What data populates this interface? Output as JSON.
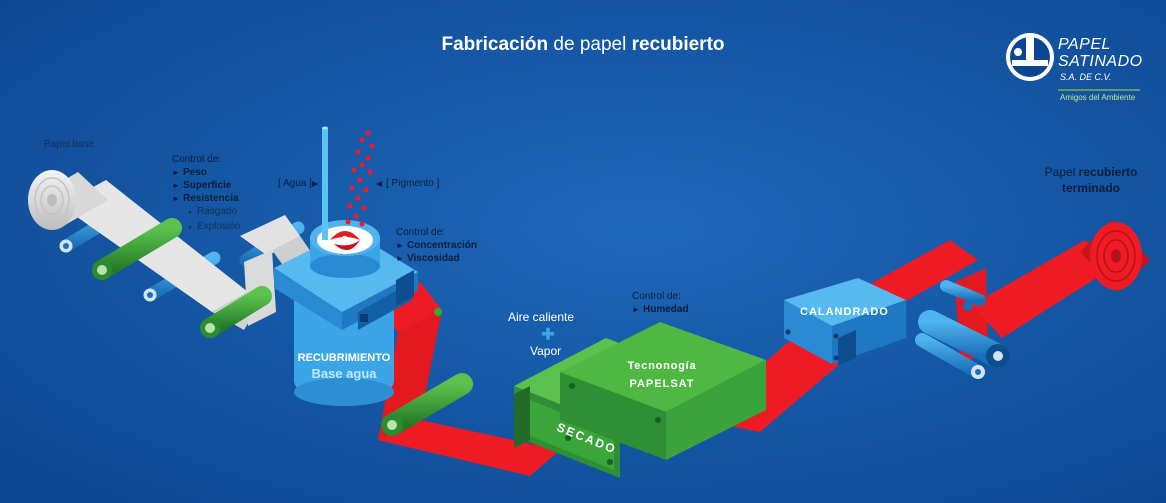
{
  "title": {
    "part1": "Fabricación",
    "part2": " de papel ",
    "part3": "recubierto"
  },
  "logo": {
    "line1": "PAPEL",
    "line2": "SATINADO",
    "line3": "S.A. DE C.V.",
    "tagline": "Amigos del Ambiente"
  },
  "papel_base": "Papel base",
  "control1": {
    "title": "Control de:",
    "items": [
      "Peso",
      "Superficie",
      "Resistencia"
    ],
    "subitems": [
      "Rasgado",
      "Explosión"
    ]
  },
  "agua": "[ Agua ]",
  "pigmento": "[ Pigmento ]",
  "control2": {
    "title": "Control de:",
    "items": [
      "Concentración",
      "Viscosidad"
    ]
  },
  "recubrimiento": {
    "line1": "RECUBRIMIENTO",
    "line2": "Base agua"
  },
  "aire": {
    "line1": "Aire caliente",
    "plus": "+",
    "line2": "Vapor"
  },
  "control3": {
    "title": "Control de:",
    "items": [
      "Humedad"
    ]
  },
  "tecnologia": {
    "line1": "Tecnonogía",
    "line2": "PAPELSAT"
  },
  "secado": "SECADO",
  "calandrado": "CALANDRADO",
  "terminado": {
    "part1": "Papel ",
    "part2": "recubierto",
    "line2": "terminado"
  },
  "colors": {
    "paper": "#e8e8e8",
    "green": "#3aa63a",
    "red": "#ee1b24",
    "blue_box": "#3aa6e8",
    "background": "#165aa8"
  }
}
